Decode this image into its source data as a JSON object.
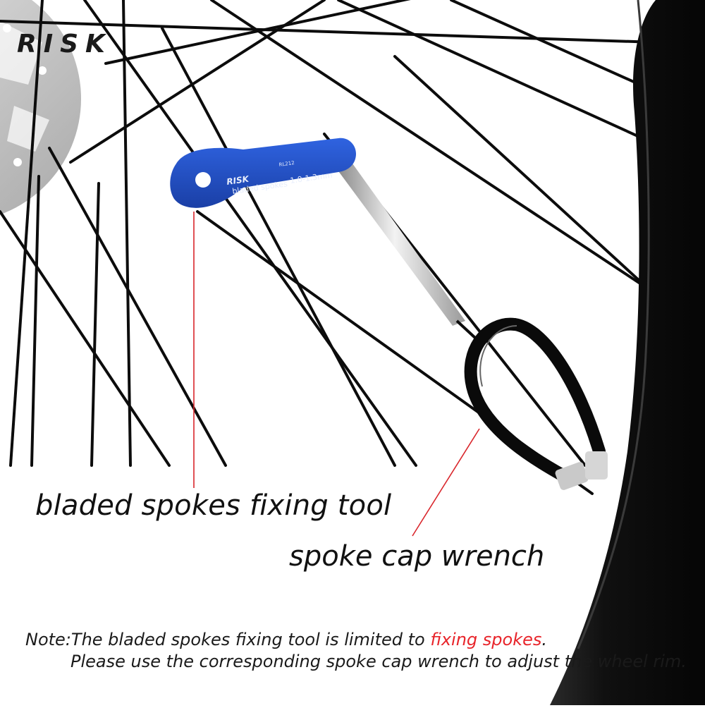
{
  "brand": {
    "logo_text": "RISK",
    "tool_engraving_brand": "RISK",
    "tool_engraving_model": "RL212",
    "tool_engraving_line1": "bladed spokes",
    "tool_engraving_line2": "1.0-1.3mm"
  },
  "labels": {
    "bladed_tool": "bladed spokes fixing tool",
    "spoke_wrench": "spoke cap wrench"
  },
  "note": {
    "prefix": "Note:",
    "line1_text": "The bladed spokes fixing tool is limited to ",
    "line1_highlight": "fixing spokes",
    "line1_end": ".",
    "line2": "Please use the corresponding spoke cap wrench to adjust the wheel rim."
  },
  "colors": {
    "tool_blue": "#1f4fc4",
    "highlight_red": "#e8242a",
    "pointer_red": "#d9252b",
    "spoke": "#0c0c0c",
    "rim": "#131313",
    "rotor": "#cfcfcf"
  }
}
